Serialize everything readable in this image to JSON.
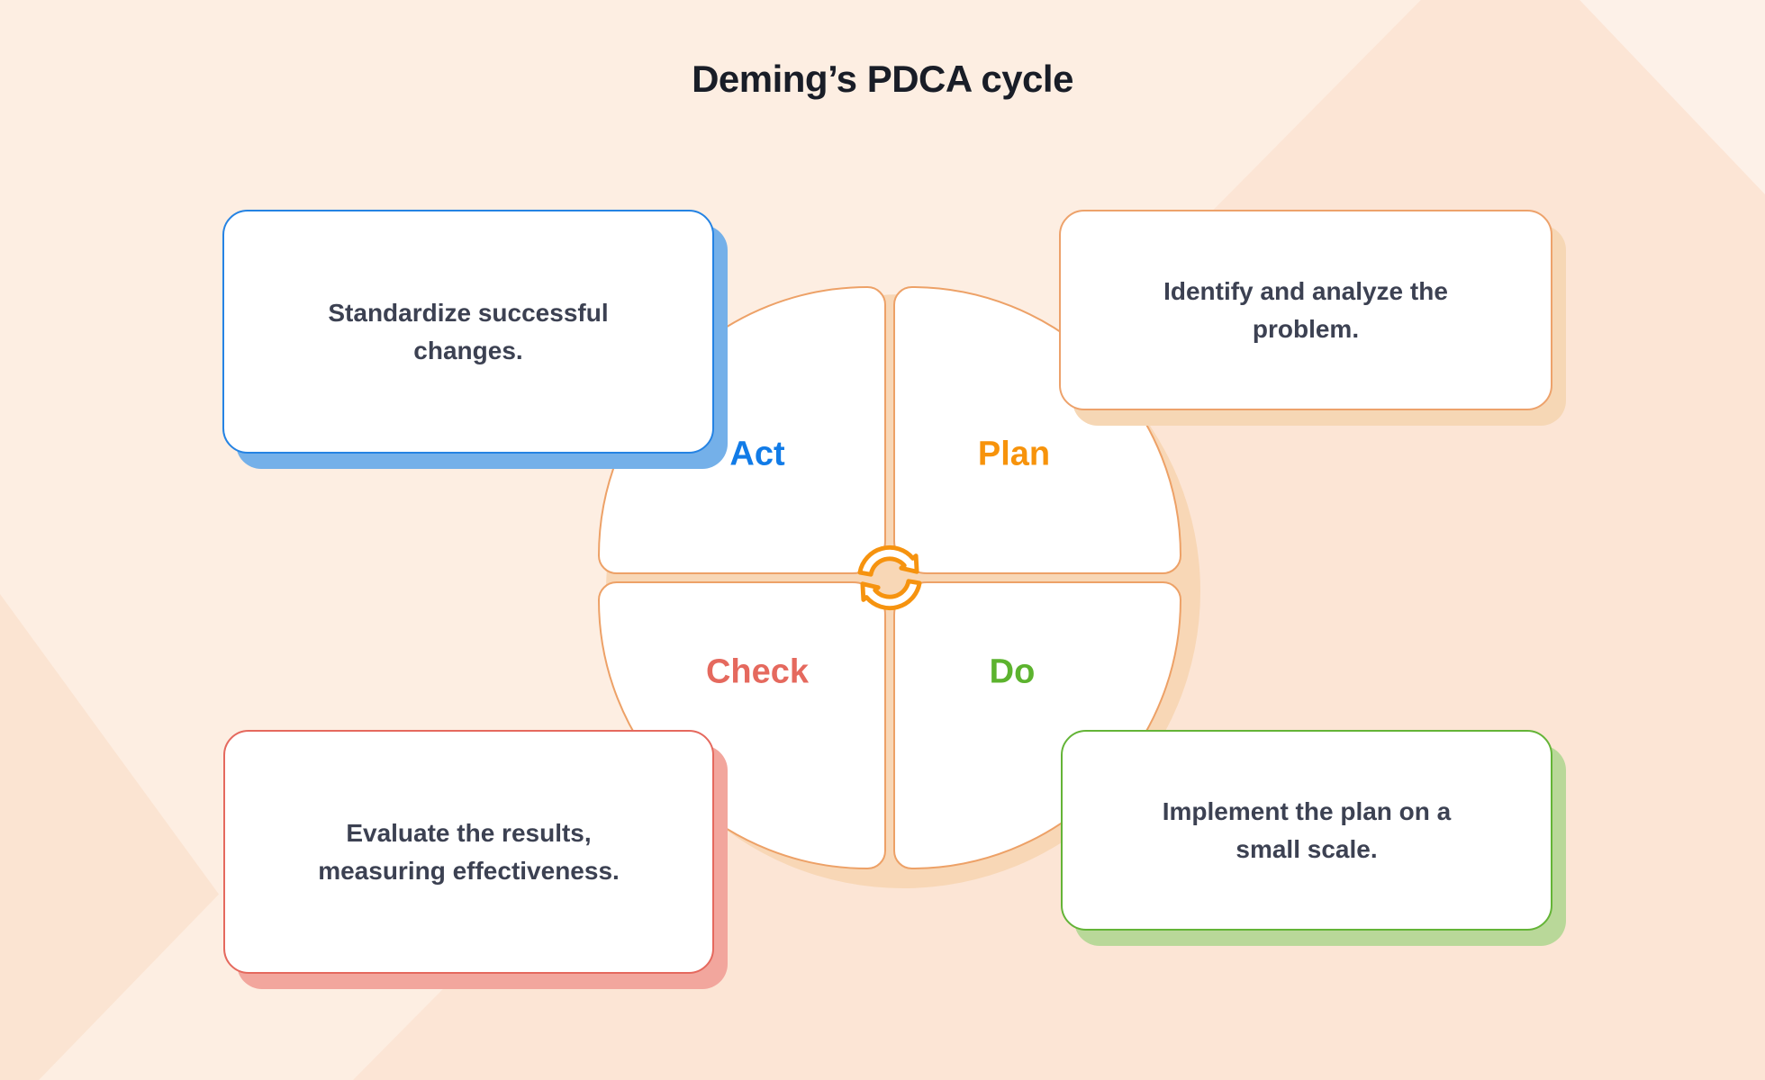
{
  "title": "Deming’s PDCA cycle",
  "cycle": {
    "center_icon": "cycle-arrows-icon",
    "quadrants": [
      {
        "id": "plan",
        "label": "Plan",
        "label_color": "#f7930b",
        "description_lines": [
          "Identify and analyze the",
          "problem."
        ]
      },
      {
        "id": "do",
        "label": "Do",
        "label_color": "#5cb32e",
        "description_lines": [
          "Implement the plan on a",
          "small scale."
        ]
      },
      {
        "id": "check",
        "label": "Check",
        "label_color": "#e5695e",
        "description_lines": [
          "Evaluate the results,",
          "measuring effectiveness."
        ]
      },
      {
        "id": "act",
        "label": "Act",
        "label_color": "#117be7",
        "description_lines": [
          "Standardize successful",
          "changes."
        ]
      }
    ]
  },
  "colors": {
    "background": "#fdeee2",
    "circle_border": "#eda167",
    "circle_shadow": "#f8d7b6",
    "icon_orange": "#f6930f",
    "card_text": "#3c4152",
    "title_text": "#191d27",
    "blue_border": "#2583e3",
    "blue_shadow": "#74b0e9",
    "orange_border": "#eda26b",
    "orange_shadow": "#f6d7b5",
    "red_border": "#e5695e",
    "red_shadow": "#f2a69d",
    "green_border": "#64b437",
    "green_shadow": "#b9d899"
  }
}
